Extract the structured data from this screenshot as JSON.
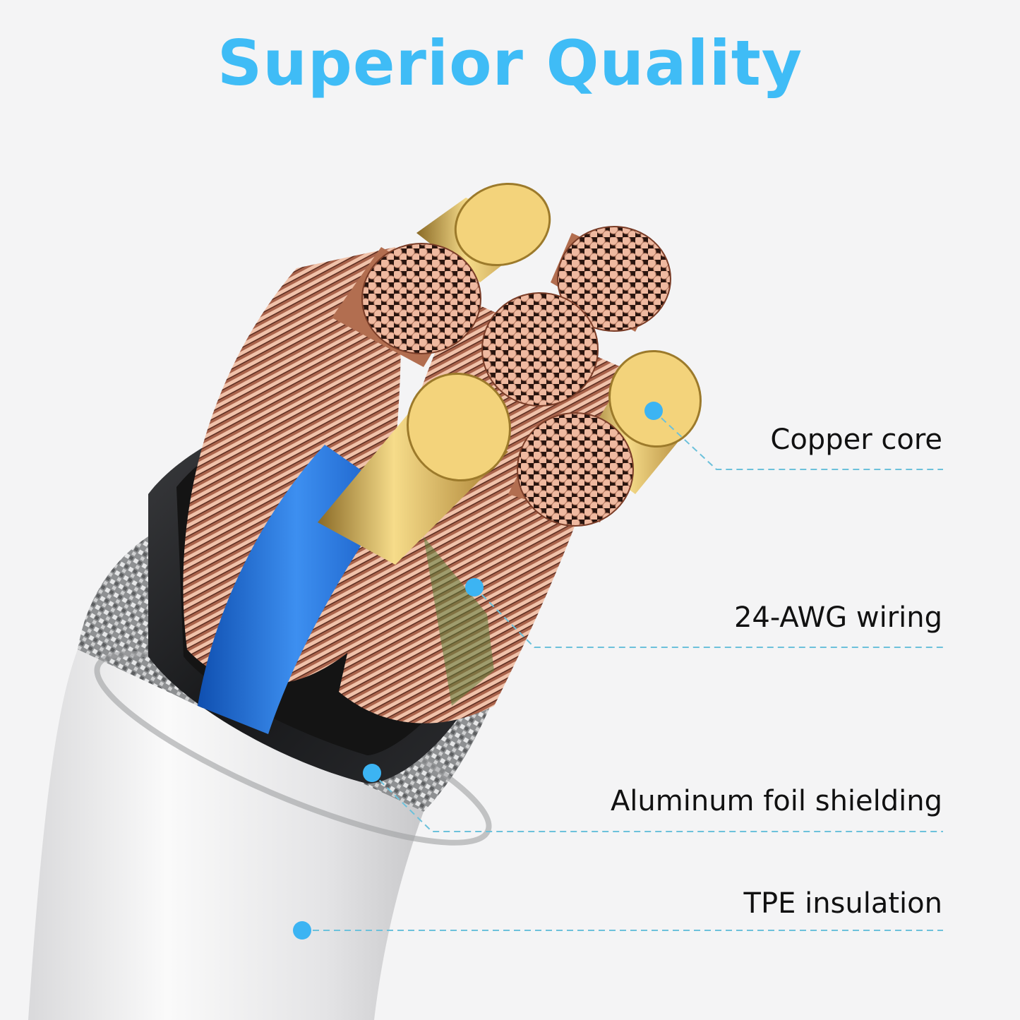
{
  "title": "Superior Quality",
  "colors": {
    "title": "#3fbcf6",
    "callout_dot": "#3cb4f3",
    "callout_line": "#6cc1db",
    "background": "#f4f4f5",
    "gold": "#f2d27a",
    "copper": "#e9b79d",
    "blue_insulation": "#1f72d8",
    "jacket": "#1e1f22",
    "braid": "#b9bbbd",
    "tpe": "#f0f0f1"
  },
  "callouts": [
    {
      "label": "Copper core",
      "dot": [
        926,
        582
      ],
      "bend": [
        1015,
        665
      ],
      "end": [
        1336,
        665
      ]
    },
    {
      "label": "24-AWG wiring",
      "dot": [
        672,
        832
      ],
      "bend": [
        757,
        917
      ],
      "end": [
        1336,
        917
      ]
    },
    {
      "label": "Aluminum foil shielding",
      "dot": [
        527,
        1095
      ],
      "bend": [
        612,
        1178
      ],
      "end": [
        1336,
        1178
      ]
    },
    {
      "label": "TPE insulation",
      "dot": [
        428,
        1318
      ],
      "bend": [
        428,
        1318
      ],
      "end": [
        1336,
        1318
      ]
    }
  ],
  "illustration": {
    "subject": "cross-section of a multi-core cable",
    "layers": [
      "gold copper cores",
      "stranded copper wires",
      "blue insulation",
      "black jacket",
      "braided metal shield",
      "white TPE outer sheath"
    ]
  }
}
